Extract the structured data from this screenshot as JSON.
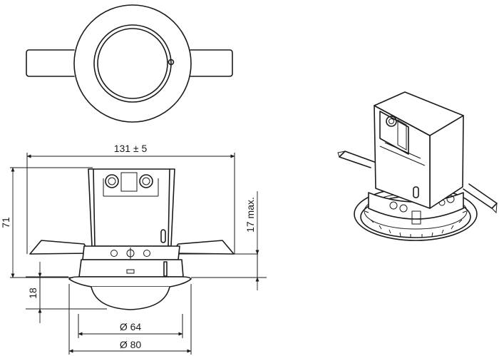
{
  "dimensions": {
    "overall_width": "131 ± 5",
    "overall_height": "71",
    "max_depth": "17 max.",
    "cover_height": "18",
    "lens_diameter": "Ø 64",
    "flange_diameter": "Ø 80"
  }
}
